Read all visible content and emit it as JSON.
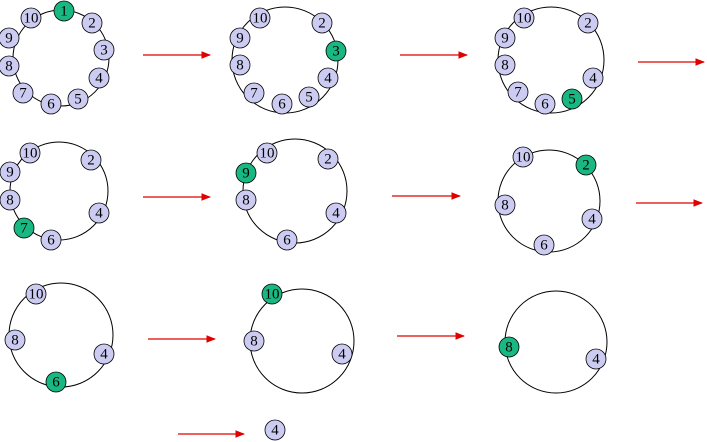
{
  "colors": {
    "node_fill": "#ccccf2",
    "removed_fill": "#19b882",
    "ring": "#000000",
    "arrow": "#e00000"
  },
  "diagram": {
    "title": "",
    "steps": [
      {
        "nodes": [
          "1",
          "2",
          "3",
          "4",
          "5",
          "6",
          "7",
          "8",
          "9",
          "10"
        ],
        "highlight": "1"
      },
      {
        "nodes": [
          "2",
          "3",
          "4",
          "5",
          "6",
          "7",
          "8",
          "9",
          "10"
        ],
        "highlight": "3"
      },
      {
        "nodes": [
          "2",
          "4",
          "5",
          "6",
          "7",
          "8",
          "9",
          "10"
        ],
        "highlight": "5"
      },
      {
        "nodes": [
          "2",
          "4",
          "6",
          "7",
          "8",
          "9",
          "10"
        ],
        "highlight": "7"
      },
      {
        "nodes": [
          "2",
          "4",
          "6",
          "8",
          "9",
          "10"
        ],
        "highlight": "9"
      },
      {
        "nodes": [
          "2",
          "4",
          "6",
          "8",
          "10"
        ],
        "highlight": "2"
      },
      {
        "nodes": [
          "4",
          "6",
          "8",
          "10"
        ],
        "highlight": "6"
      },
      {
        "nodes": [
          "4",
          "8",
          "10"
        ],
        "highlight": "10"
      },
      {
        "nodes": [
          "4",
          "8"
        ],
        "highlight": "8"
      },
      {
        "nodes": [
          "4"
        ],
        "highlight": ""
      }
    ]
  }
}
